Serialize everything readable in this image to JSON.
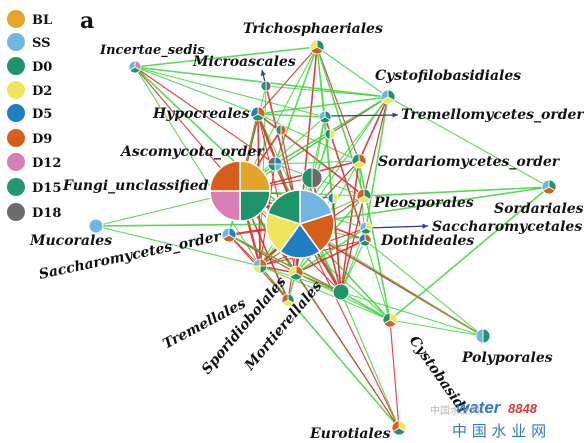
{
  "panel_label": "a",
  "legend": [
    {
      "label": "BL",
      "color": "#e6a32a"
    },
    {
      "label": "SS",
      "color": "#6fb6e3"
    },
    {
      "label": "D0",
      "color": "#1e9468"
    },
    {
      "label": "D2",
      "color": "#f0e55a"
    },
    {
      "label": "D5",
      "color": "#1f7fc2"
    },
    {
      "label": "D9",
      "color": "#d85f1b"
    },
    {
      "label": "D12",
      "color": "#d57fb6"
    },
    {
      "label": "D15",
      "color": "#23966f"
    },
    {
      "label": "D18",
      "color": "#6b6b6b"
    }
  ],
  "colors": {
    "edge_positive": "#3cd43a",
    "edge_negative": "#e0282a",
    "arrow": "#2a3fa0",
    "node_border": "#ffffff"
  },
  "node_labels": {
    "trichosphaeriales": "Trichosphaeriales",
    "incertae": "Incertae_sedis",
    "microascales": "Microascales",
    "cystofilobasidiales": "Cystofilobasidiales",
    "hypocreales": "Hypocreales",
    "tremellomycetes": "Tremellomycetes_order",
    "ascomycota": "Ascomycota_order",
    "sordariomycetes": "Sordariomycetes_order",
    "fungi": "Fungi_unclassified",
    "sordariales": "Sordariales",
    "pleosporales": "Pleosporales",
    "saccharomycetales": "Saccharomycetales",
    "mucorales": "Mucorales",
    "dothideales": "Dothideales",
    "saccharomycetes": "Saccharomycetes_order",
    "tremellales": "Tremellales",
    "sporidiobolales": "Sporidiobolales",
    "mortierellales": "Mortierellales",
    "cystobasidi": "Cystobasidi",
    "polyporales": "Polyporales",
    "eurotiales": "Eurotiales"
  },
  "watermark": {
    "brand": "water",
    "number": "8848",
    "cn": "中 国 水 业 网",
    "sub": "中国水业网"
  }
}
